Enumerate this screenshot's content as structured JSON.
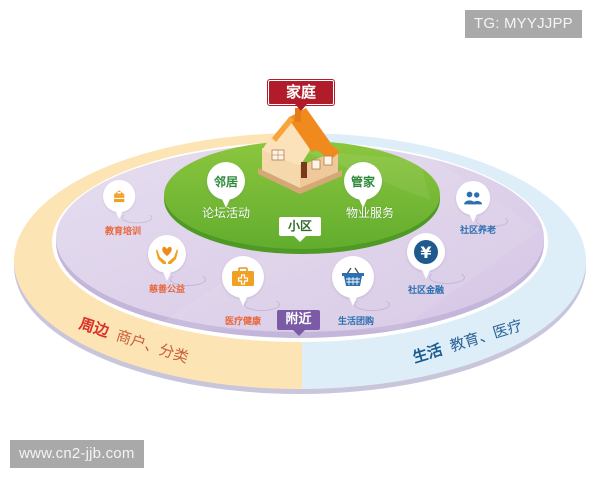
{
  "watermarks": {
    "top_right": "TG: MYYJJPP",
    "bottom_left": "www.cn2-jjb.com"
  },
  "center": {
    "label": "家庭",
    "icon": "house-icon",
    "label_color": "#b01c2a"
  },
  "community": {
    "label": "小区",
    "color": "#6cb33f",
    "items": [
      {
        "title": "邻居",
        "caption": "论坛活动"
      },
      {
        "title": "管家",
        "caption": "物业服务"
      }
    ]
  },
  "nearby": {
    "label": "附近",
    "color": "#7b5aa6",
    "items": [
      {
        "label": "教育培训",
        "icon": "school-icon",
        "color": "#e8663a"
      },
      {
        "label": "慈善公益",
        "icon": "charity-hands-heart-icon",
        "color": "#e8663a"
      },
      {
        "label": "医疗健康",
        "icon": "medical-kit-icon",
        "color": "#e8663a"
      },
      {
        "label": "生活团购",
        "icon": "shopping-basket-icon",
        "color": "#2d6fb0"
      },
      {
        "label": "社区金融",
        "icon": "yen-icon",
        "color": "#2d6fb0"
      },
      {
        "label": "社区养老",
        "icon": "elderly-people-icon",
        "color": "#2d6fb0"
      }
    ]
  },
  "outer_ring": {
    "left": {
      "title": "周边",
      "subtitle": "商户、分类",
      "title_color": "#d8322b",
      "text_color": "#c8603a",
      "fill": "#fde4b4"
    },
    "right": {
      "title": "生活",
      "subtitle": "教育、医疗",
      "title_color": "#1d5c8f",
      "text_color": "#2a6296",
      "fill": "#deeef8"
    }
  }
}
